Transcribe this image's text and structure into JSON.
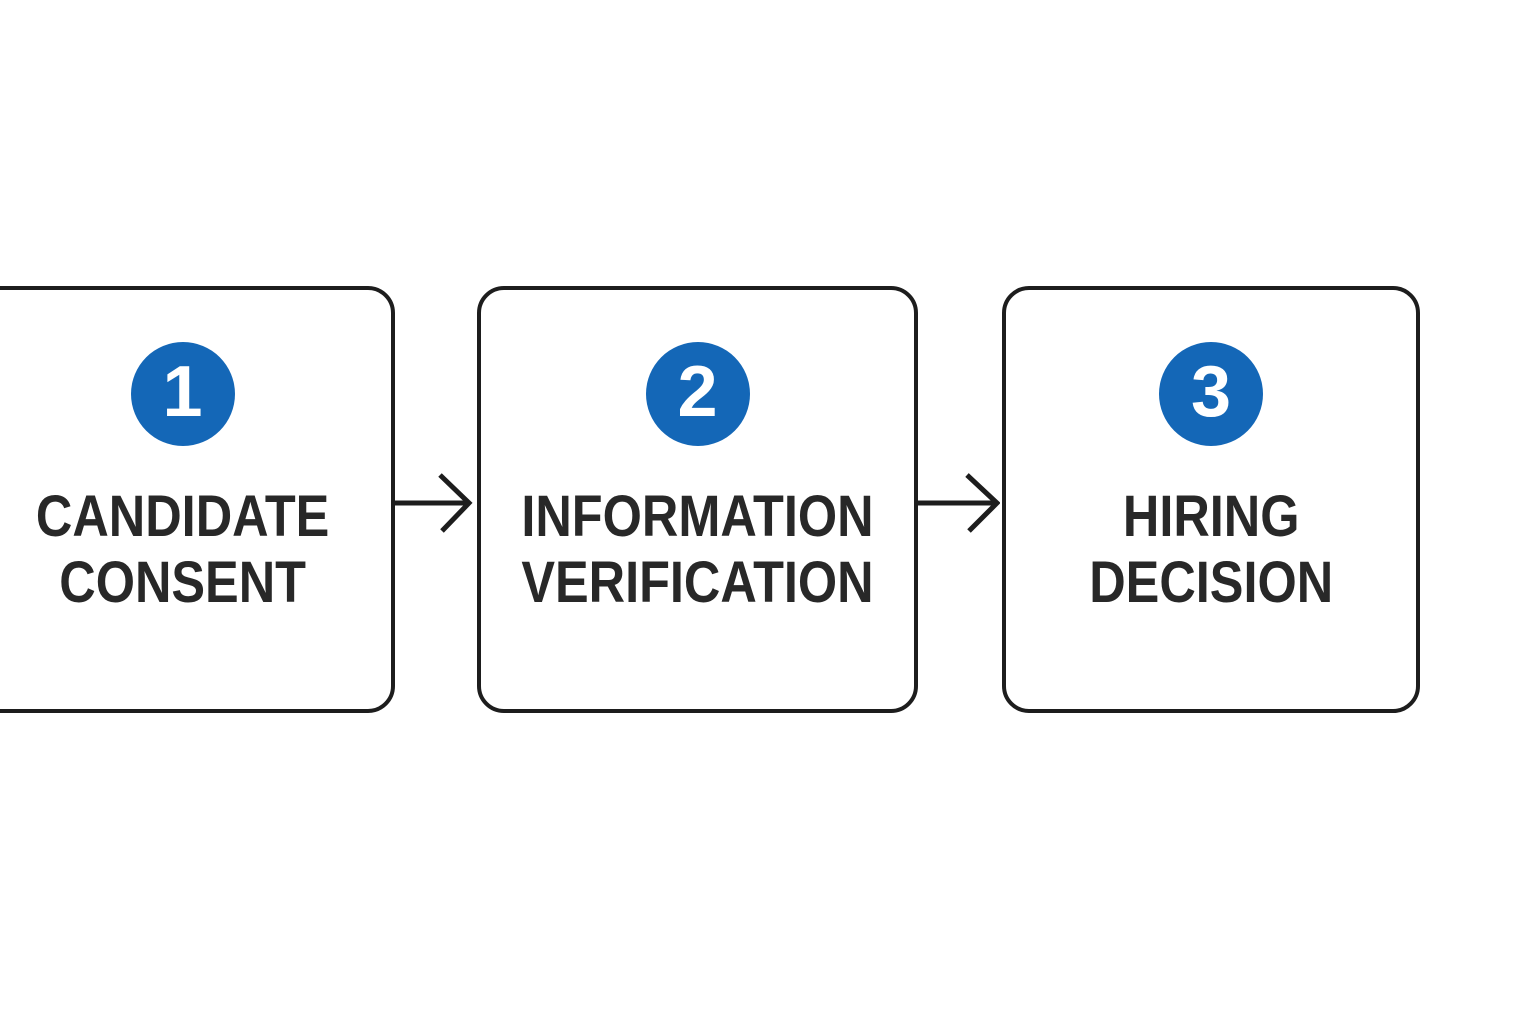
{
  "diagram": {
    "type": "process-flow",
    "steps": [
      {
        "number": "1",
        "label_line1": "CANDIDATE",
        "label_line2": "CONSENT"
      },
      {
        "number": "2",
        "label_line1": "INFORMATION",
        "label_line2": "VERIFICATION"
      },
      {
        "number": "3",
        "label_line1": "HIRING",
        "label_line2": "DECISION"
      }
    ],
    "connectors": [
      {
        "icon": "right-arrow"
      },
      {
        "icon": "right-arrow"
      }
    ],
    "colors": {
      "badge_fill": "#1467b7",
      "badge_number": "#ffffff",
      "box_border": "#1d1d1d",
      "label_text": "#282828",
      "arrow_stroke": "#1d1d1d",
      "background": "#ffffff"
    }
  }
}
